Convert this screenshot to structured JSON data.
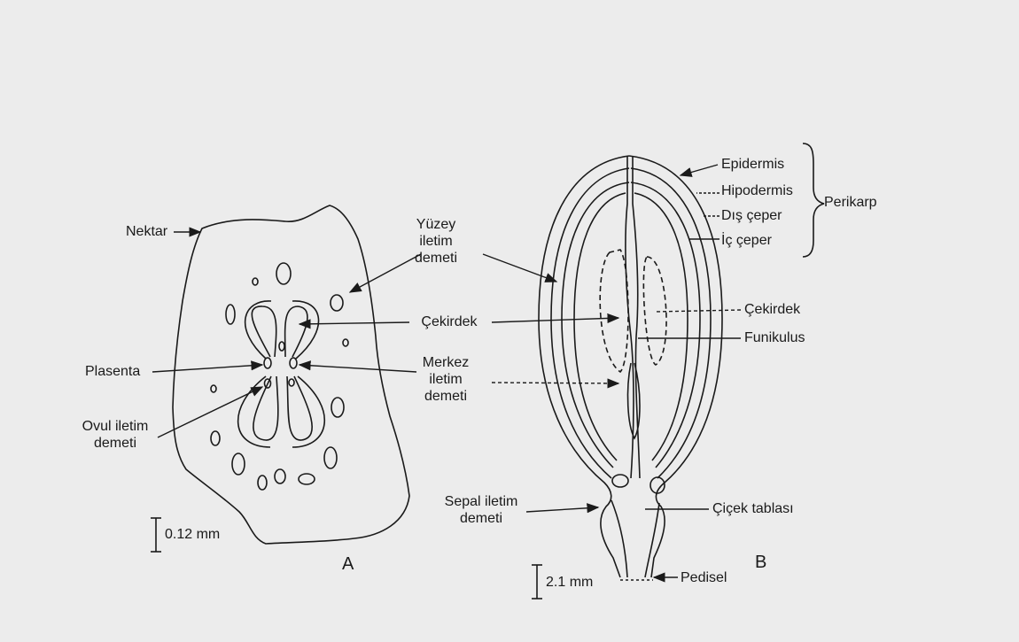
{
  "panel_a": {
    "letter": "A",
    "scale": "0.12 mm",
    "labels": {
      "nektar": "Nektar",
      "yuzey_1": "Yüzey",
      "yuzey_2": "iletim",
      "yuzey_3": "demeti",
      "cekirdek": "Çekirdek",
      "plasenta": "Plasenta",
      "merkez_1": "Merkez",
      "merkez_2": "iletim",
      "merkez_3": "demeti",
      "ovul_1": "Ovul iletim",
      "ovul_2": "demeti"
    }
  },
  "panel_b": {
    "letter": "B",
    "scale": "2.1 mm",
    "labels": {
      "epidermis": "Epidermis",
      "hipodermis": "Hipodermis",
      "dis_ceper": "Dış çeper",
      "ic_ceper": "İç çeper",
      "perikarp": "Perikarp",
      "cekirdek": "Çekirdek",
      "funikulus": "Funikulus",
      "sepal_1": "Sepal iletim",
      "sepal_2": "demeti",
      "cicek_tablasi": "Çiçek tablası",
      "pedisel": "Pedisel"
    }
  }
}
